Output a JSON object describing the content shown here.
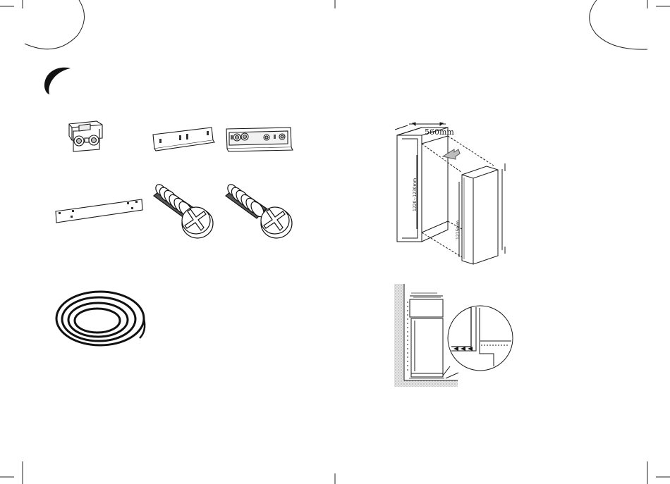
{
  "document": {
    "spread": "two-page manual spread (blank text, accessory illustrations and installation diagrams)"
  },
  "install_diagram": {
    "width_label": "560mm",
    "niche_height_label": "1220~1230mm",
    "appliance_height_label": "1215mm"
  },
  "accessories": [
    {
      "name": "hinge-bracket"
    },
    {
      "name": "flat-plate"
    },
    {
      "name": "slotted-strip"
    },
    {
      "name": "cover-strip"
    },
    {
      "name": "screw-1"
    },
    {
      "name": "screw-2"
    },
    {
      "name": "sealing-strip-coil"
    }
  ],
  "colors": {
    "ink": "#1a1a1a",
    "panel_shade": "#bdbdbd",
    "wall_hatch": "#cfcfcf"
  }
}
